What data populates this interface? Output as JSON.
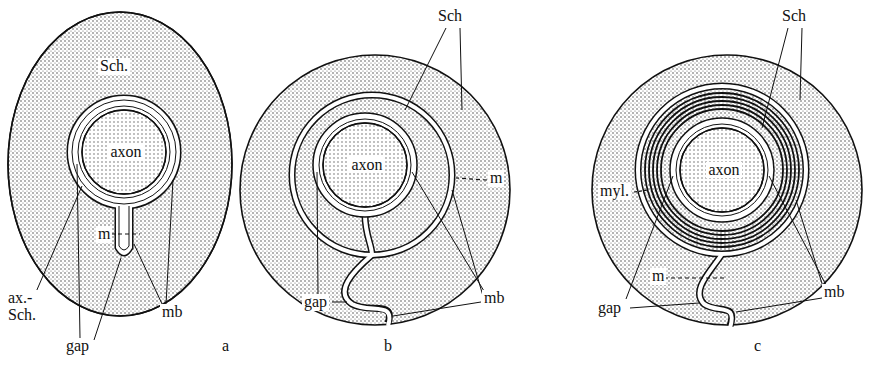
{
  "diagram": {
    "nodes": [
      {
        "text": [
          "Sch."
        ]
      },
      {
        "text": [
          "axon"
        ],
        "in": 0
      },
      {
        "text": [
          "axon"
        ]
      },
      {
        "text": [
          "axon"
        ]
      }
    ],
    "labels": [
      "ax.-Sch.",
      "gap",
      "m",
      "mb",
      "a",
      "Sch",
      "m",
      "gap",
      "mb",
      "b",
      "Sch",
      "myl.",
      "m",
      "gap",
      "mb",
      "c"
    ]
  }
}
